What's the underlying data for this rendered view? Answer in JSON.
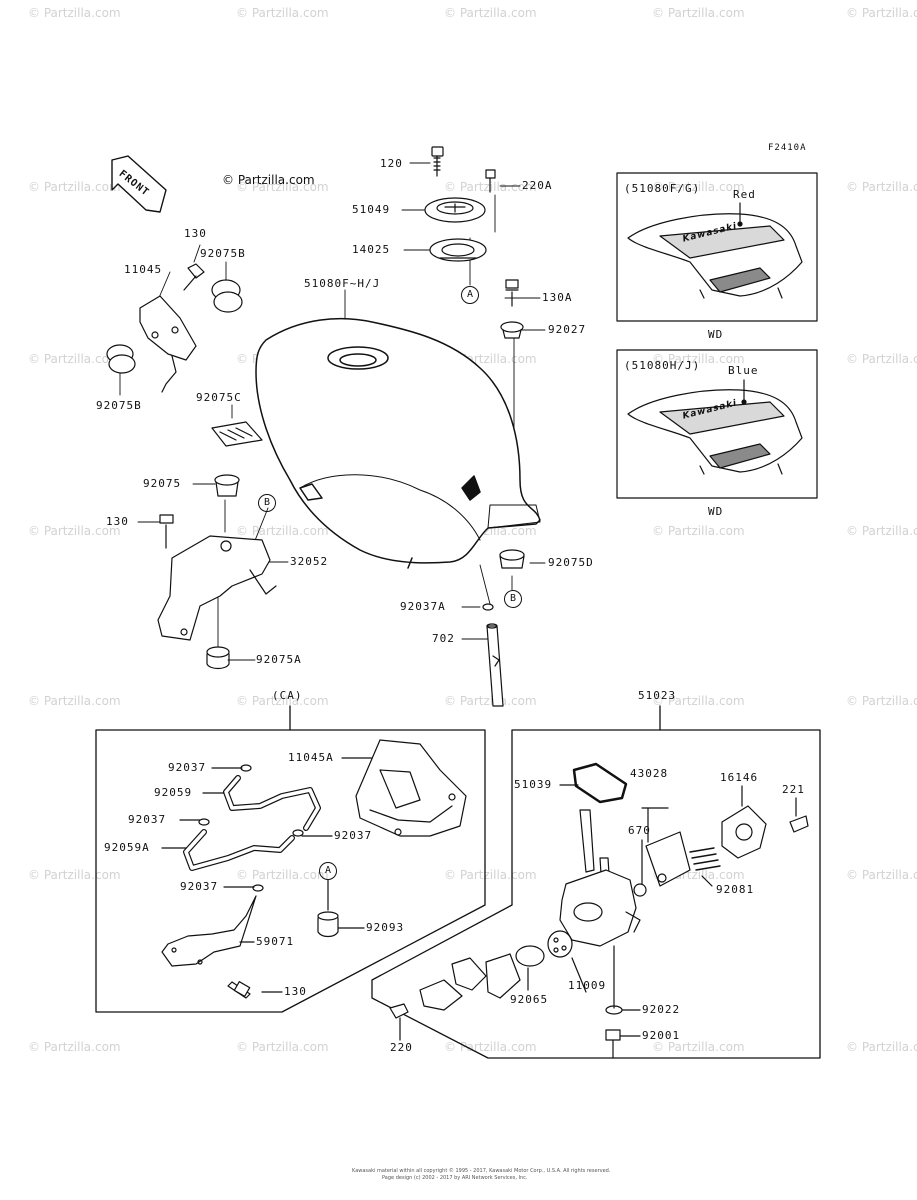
{
  "figure_code": "F2410A",
  "watermark": "© Partzilla.com",
  "center_watermark": "© Partzilla.com",
  "front_arrow_label": "FRONT",
  "insets": [
    {
      "caption": "(51080F/G)",
      "color_label": "Red",
      "brand": "Kawasaki",
      "code": "WD"
    },
    {
      "caption": "(51080H/J)",
      "color_label": "Blue",
      "brand": "Kawasaki",
      "code": "WD"
    }
  ],
  "subassembly_labels": {
    "ca": "(CA)",
    "valve": "51023"
  },
  "callout_letters": {
    "a": "A",
    "b": "B"
  },
  "part_numbers": {
    "p120": "120",
    "p220a": "220A",
    "p51049": "51049",
    "p14025": "14025",
    "p130_top_left": "130",
    "p92075b_top": "92075B",
    "p11045": "11045",
    "p92075b_left": "92075B",
    "p92075c": "92075C",
    "p51080": "51080F~H/J",
    "p130a": "130A",
    "p92027": "92027",
    "p92075": "92075",
    "p130_mid": "130",
    "p32052": "32052",
    "p92075a": "92075A",
    "p92075d": "92075D",
    "p92037a": "92037A",
    "p702": "702",
    "ca_92037_1": "92037",
    "ca_92059": "92059",
    "ca_92037_2": "92037",
    "ca_92059a": "92059A",
    "ca_92037_3": "92037",
    "ca_11045a": "11045A",
    "ca_92037_r": "92037",
    "ca_92093": "92093",
    "ca_59071": "59071",
    "ca_130": "130",
    "v_51039": "51039",
    "v_43028": "43028",
    "v_16146": "16146",
    "v_221": "221",
    "v_670": "670",
    "v_92081": "92081",
    "v_92065": "92065",
    "v_11009": "11009",
    "v_92022": "92022",
    "v_220": "220",
    "v_92001": "92001"
  },
  "footer_line1": "Kawasaki material within all copyright © 1995 - 2017, Kawasaki Motor Corp., U.S.A. All rights reserved.",
  "footer_line2": "Page design (c) 2002 - 2017 by ARI Network Services, Inc."
}
